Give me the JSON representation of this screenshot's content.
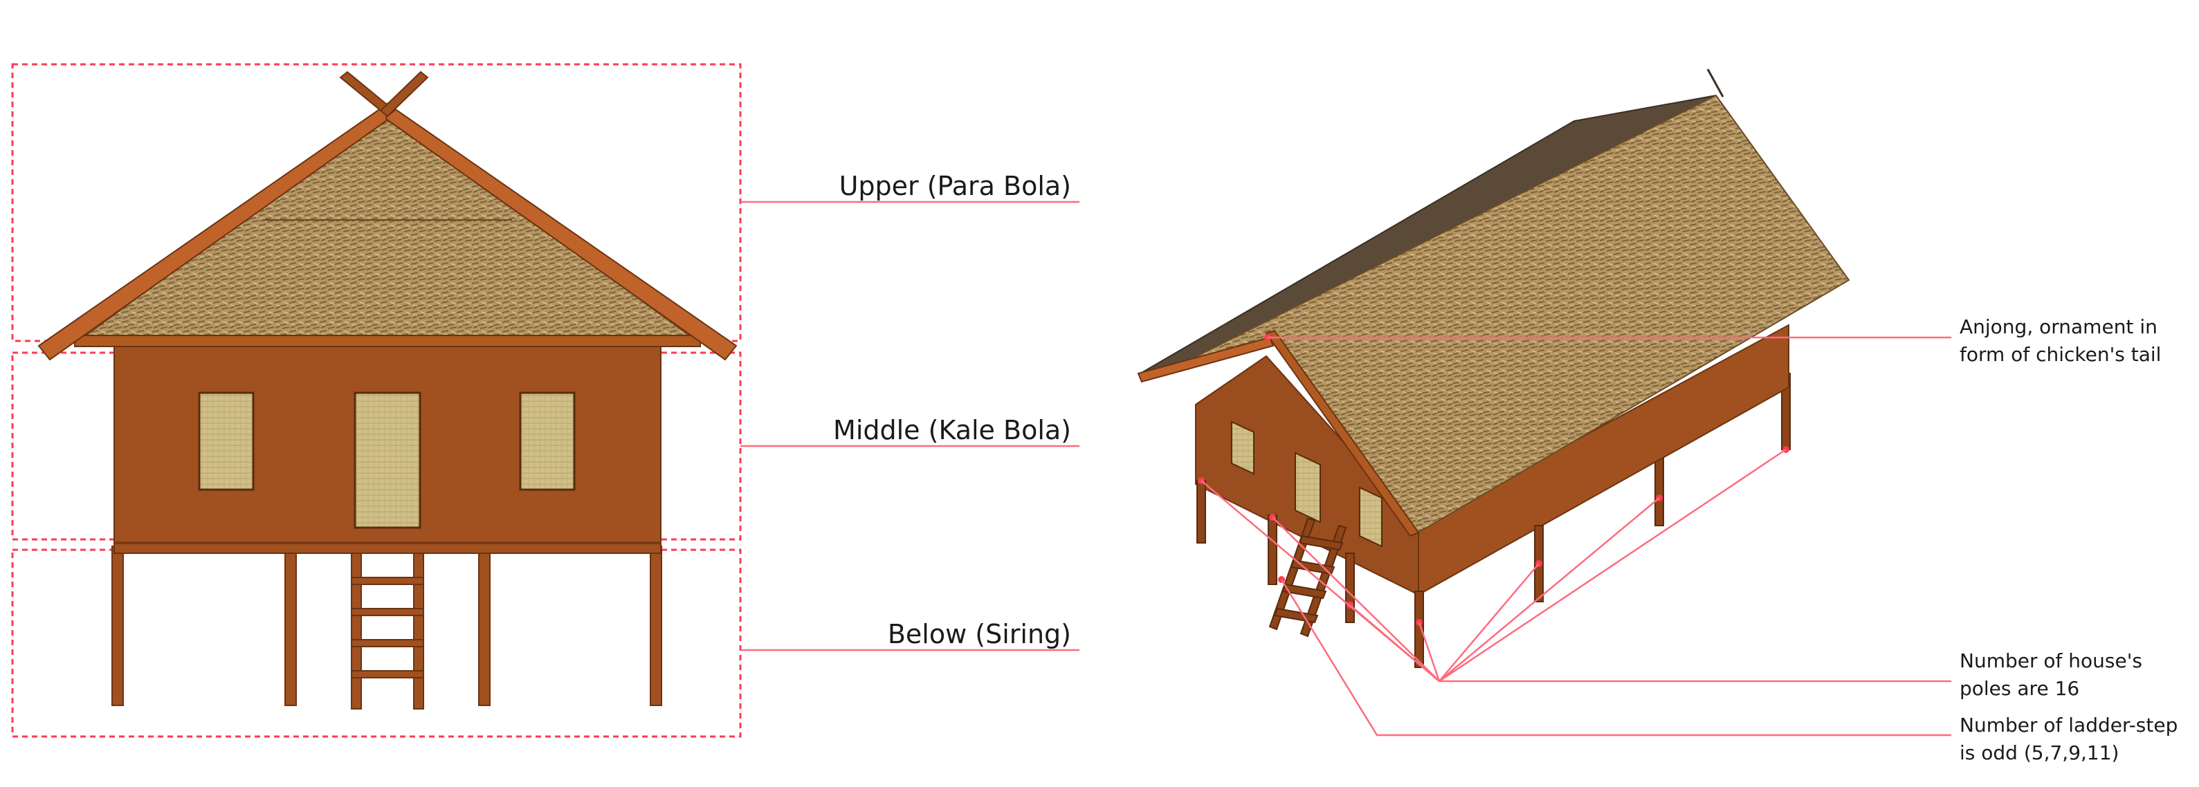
{
  "front_view": {
    "labels": {
      "upper": "Upper (Para Bola)",
      "middle": "Middle (Kale Bola)",
      "below": "Below (Siring)"
    }
  },
  "iso_view": {
    "labels": {
      "anjong_line1": "Anjong, ornament in",
      "anjong_line2": "form of chicken's tail",
      "poles_line1": "Number of house's",
      "poles_line2": "poles are 16",
      "ladder_line1": "Number of ladder-step",
      "ladder_line2": "is odd (5,7,9,11)"
    }
  },
  "colors": {
    "annotation_line": "#ff6b7d",
    "dashed_box": "#ff3b52",
    "wood": "#a0511f",
    "wood_dark": "#7a3a14",
    "thatch": "#b89a6a",
    "window": "#cdbb82",
    "roof_dark": "#5b4a38"
  }
}
